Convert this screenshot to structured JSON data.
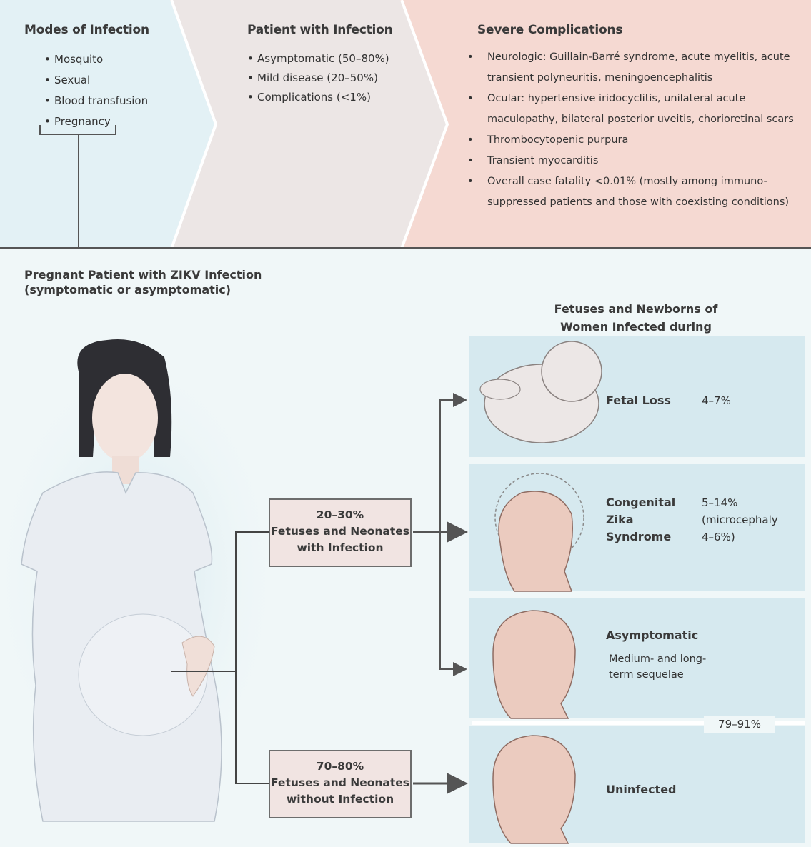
{
  "top": {
    "modes": {
      "title": "Modes of Infection",
      "items": [
        "Mosquito",
        "Sexual",
        "Blood transfusion",
        "Pregnancy"
      ]
    },
    "patient": {
      "title": "Patient with Infection",
      "items": [
        "Asymptomatic (50–80%)",
        "Mild disease (20–50%)",
        "Complications (<1%)"
      ]
    },
    "severe": {
      "title": "Severe Complications",
      "items": [
        "Neurologic: Guillain-Barré syndrome, acute myelitis, acute transient polyneuritis, meningoencephalitis",
        "Ocular: hypertensive iridocyclitis, unilateral acute maculopathy, bilateral posterior uveitis, chorioretinal scars",
        "Thrombocytopenic purpura",
        "Transient myocarditis",
        "Overall case fatality <0.01% (mostly among immuno-suppressed patients and those with coexisting conditions)"
      ]
    }
  },
  "bullet": "•",
  "pregnant": {
    "title_line1": "Pregnant Patient with ZIKV Infection",
    "title_line2": "(symptomatic or asymptomatic)"
  },
  "fetuses": {
    "title_line1": "Fetuses and Newborns of",
    "title_line2": "Women Infected during Pregnancy"
  },
  "infected_box": {
    "pct": "20–30%",
    "line1": "Fetuses and Neonates",
    "line2": "with Infection"
  },
  "uninfected_box": {
    "pct": "70–80%",
    "line1": "Fetuses and Neonates",
    "line2": "without Infection"
  },
  "outcomes": {
    "fetal_loss": {
      "label": "Fetal Loss",
      "pct": "4–7%"
    },
    "czs": {
      "label_line1": "Congenital",
      "label_line2": "Zika",
      "label_line3": "Syndrome",
      "pct_line1": "5–14%",
      "pct_line2": "(microcephaly",
      "pct_line3": "4–6%)"
    },
    "asymptomatic": {
      "label": "Asymptomatic",
      "sub_line1": "Medium- and long-",
      "sub_line2": "term sequelae"
    },
    "uninfected": {
      "label": "Uninfected"
    },
    "combined_pct": "79–91%"
  },
  "colors": {
    "modes_bg": "#e3f1f5",
    "patient_bg": "#ece6e5",
    "severe_bg": "#f5d9d2",
    "bottom_bg": "#f0f7f8",
    "outcome_bg": "#d6e9ef",
    "box_bg": "#f1e4e2"
  }
}
